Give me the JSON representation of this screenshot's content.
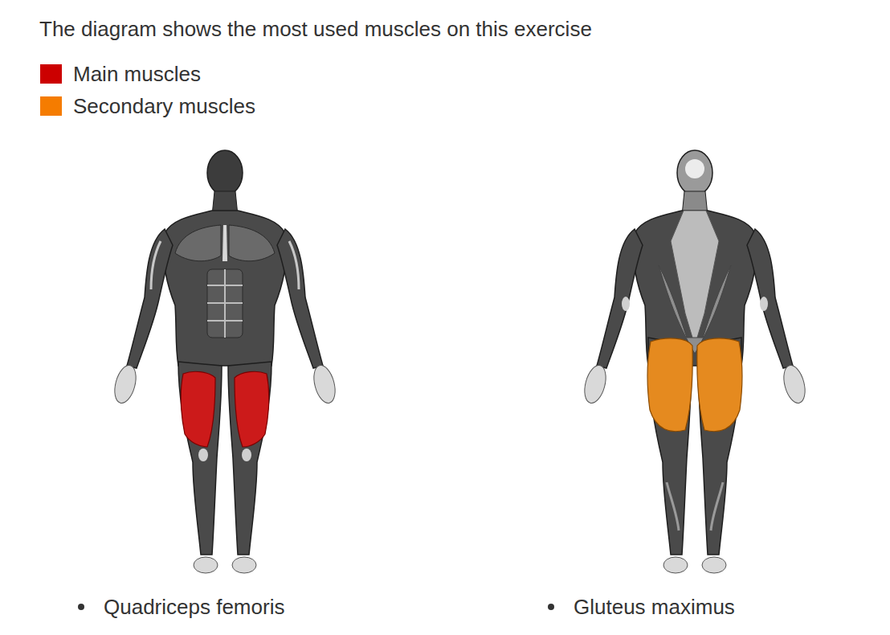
{
  "diagram": {
    "title": "The diagram shows the most used muscles on this exercise",
    "labels": [
      "Quadriceps femoris",
      "Gluteus maximus"
    ],
    "legend": [
      {
        "text": "Main muscles",
        "color": "#cc0000"
      },
      {
        "text": "Secondary muscles",
        "color": "#f57c00"
      }
    ]
  }
}
